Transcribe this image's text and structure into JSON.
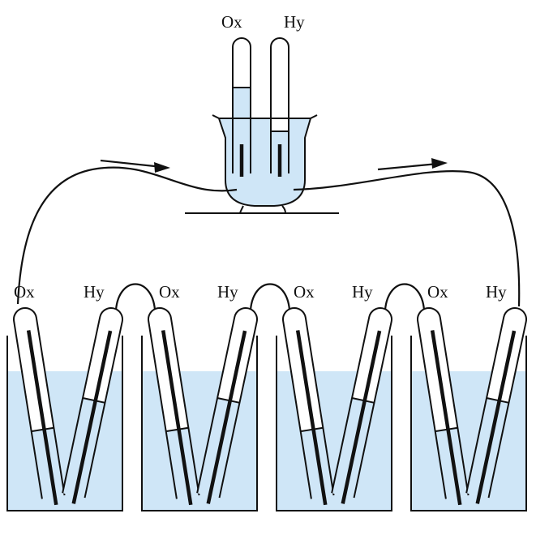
{
  "labels": {
    "top_left": "Ox",
    "top_right": "Hy",
    "cell": [
      "Ox",
      "Hy",
      "Ox",
      "Hy",
      "Ox",
      "Hy",
      "Ox",
      "Hy"
    ]
  },
  "colors": {
    "liquid": "#cfe6f7",
    "ink": "#111111",
    "glass": "#ffffff"
  }
}
